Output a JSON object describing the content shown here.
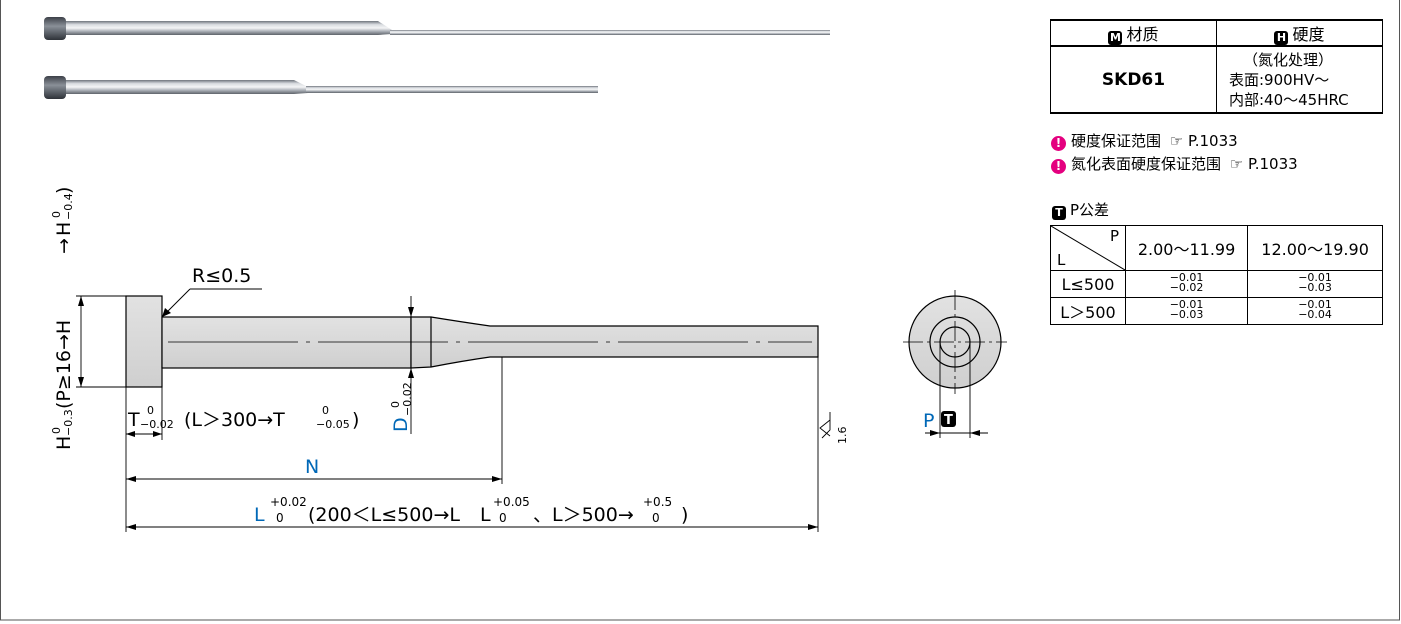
{
  "material_table": {
    "material_header": "材质",
    "hardness_header": "硬度",
    "material_badge": "M",
    "hardness_badge": "H",
    "material_value": "SKD61",
    "hardness_lines": [
      "（氮化处理）",
      "表面:900HV～",
      "内部:40～45HRC"
    ]
  },
  "notes": [
    {
      "text": "硬度保证范围",
      "ref": "P.1033"
    },
    {
      "text": "氮化表面硬度保证范围",
      "ref": "P.1033"
    }
  ],
  "p_tolerance": {
    "badge": "T",
    "title": "P公差",
    "corner_top": "P",
    "corner_bottom": "L",
    "columns": [
      "2.00～11.99",
      "12.00～19.90"
    ],
    "rows": [
      {
        "label": "L≤500",
        "values": [
          [
            "−0.01",
            "−0.02"
          ],
          [
            "−0.01",
            "−0.03"
          ]
        ]
      },
      {
        "label": "L＞500",
        "values": [
          [
            "−0.01",
            "−0.03"
          ],
          [
            "−0.01",
            "−0.04"
          ]
        ]
      }
    ]
  },
  "drawing": {
    "radius_label": "R≤0.5",
    "h_dim": {
      "main": "H",
      "tol_top": "0",
      "tol_bot": "−0.3",
      "mid": "(P≥16→H",
      "tol2_top": "0",
      "tol2_bot": "−0.4",
      "end": ")"
    },
    "t_dim": {
      "main": "T",
      "tol_top": "0",
      "tol_bot": "−0.02",
      "mid": "(L＞300→T",
      "tol2_top": "0",
      "tol2_bot": "−0.05",
      "end": ")"
    },
    "d_dim": {
      "main": "D",
      "tol_top": "0",
      "tol_bot": "−0.02"
    },
    "n_label": "N",
    "l_dim": {
      "main": "L",
      "tol_top": "+0.02",
      "tol_bot": "0",
      "mid1": "(200＜L≤500→L",
      "tol2_top": "+0.05",
      "tol2_bot": "0",
      "mid2": "、L＞500→",
      "tol3_top": "+0.5",
      "tol3_bot": "0",
      "end": ")"
    },
    "surface_roughness": "1.6",
    "p_label": "P",
    "p_badge": "T"
  },
  "colors": {
    "dimension_blue": "#0068b7",
    "note_magenta": "#e4007f"
  }
}
